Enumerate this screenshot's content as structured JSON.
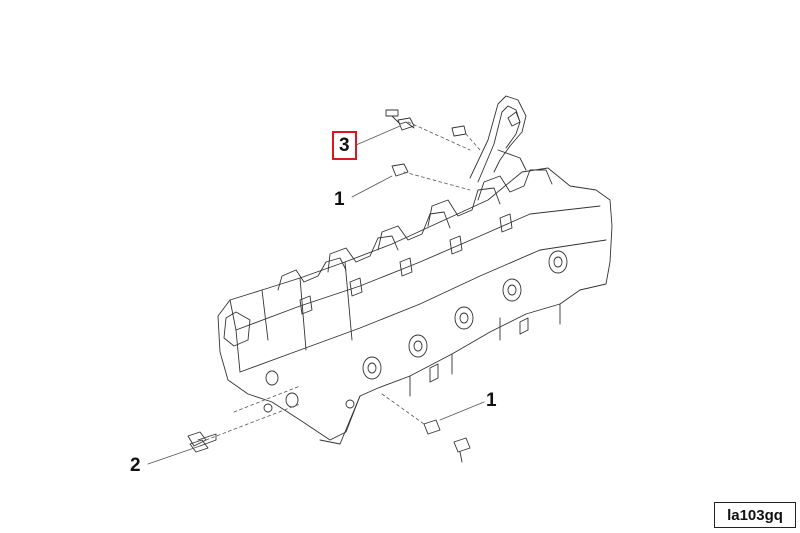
{
  "diagram": {
    "callouts": [
      {
        "label": "3",
        "highlighted": true
      },
      {
        "label": "1"
      },
      {
        "label": "1"
      },
      {
        "label": "2"
      }
    ],
    "reference_code": "la103gq",
    "highlight_color": "#e0141e"
  }
}
